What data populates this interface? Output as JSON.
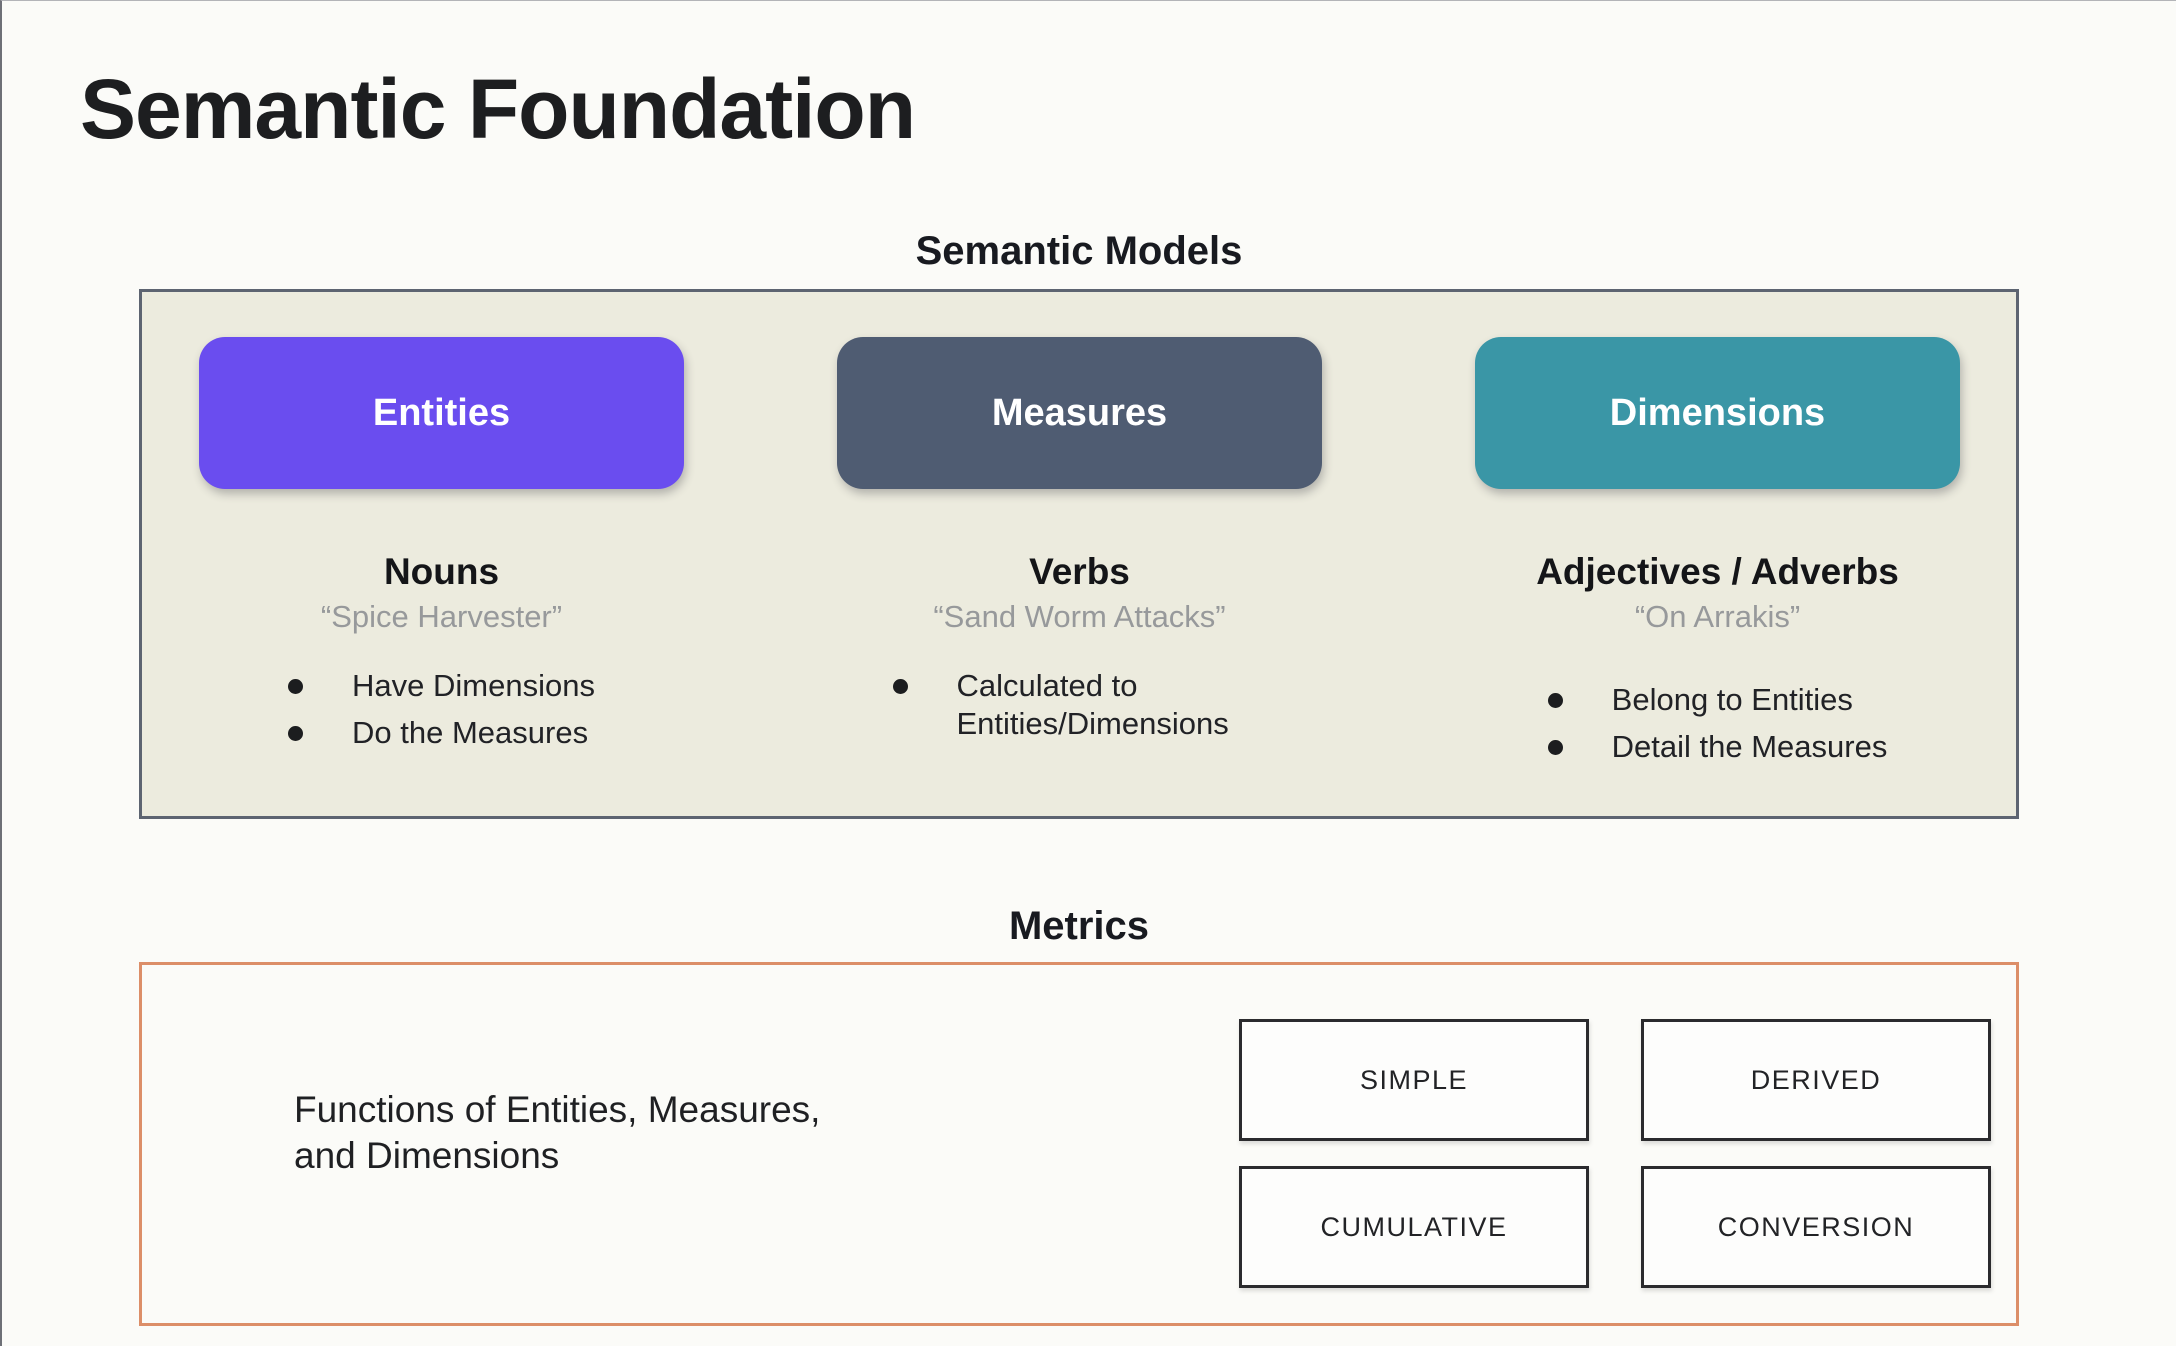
{
  "slide": {
    "title": "Semantic Foundation"
  },
  "colors": {
    "entities_purple": "#6a4def",
    "measures_slate": "#4f5c72",
    "dimensions_teal": "#3a96a6",
    "models_panel_bg": "#ecebde",
    "models_panel_border": "#5d6471",
    "metrics_panel_border": "#dc8e68",
    "quote_gray": "#97999b",
    "text_dark": "#1f2023"
  },
  "models": {
    "header": "Semantic Models",
    "columns": [
      {
        "pill": "Entities",
        "pill_color": "#6a4def",
        "label": "Nouns",
        "quote": "“Spice Harvester”",
        "bullets": [
          "Have Dimensions",
          "Do the Measures"
        ]
      },
      {
        "pill": "Measures",
        "pill_color": "#4f5c72",
        "label": "Verbs",
        "quote": "“Sand Worm Attacks”",
        "bullets": [
          "Calculated to Entities/Dimensions"
        ]
      },
      {
        "pill": "Dimensions",
        "pill_color": "#3a96a6",
        "label": "Adjectives / Adverbs",
        "quote": "“On Arrakis”",
        "bullets": [
          "Belong to Entities",
          "Detail the Measures"
        ]
      }
    ]
  },
  "metrics": {
    "header": "Metrics",
    "description": {
      "line1": "Functions of Entities, Measures,",
      "line2": "and Dimensions"
    },
    "types": [
      "SIMPLE",
      "DERIVED",
      "CUMULATIVE",
      "CONVERSION"
    ]
  }
}
